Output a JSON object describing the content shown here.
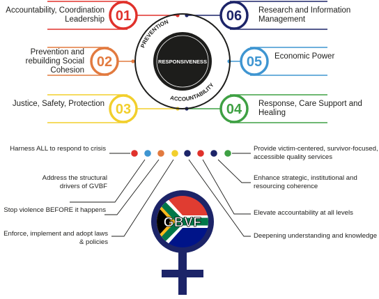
{
  "colors": {
    "red": "#e0312b",
    "orange": "#e27a3f",
    "yellow": "#f2cf2c",
    "navy": "#1c2468",
    "blue": "#3e95d1",
    "green": "#3ea043",
    "dark": "#1d1d1b"
  },
  "center": {
    "title": "RESPONSIVENESS",
    "arc_top": "PREVENTION",
    "arc_bottom": "ACCOUNTABILITY"
  },
  "pillars": [
    {
      "number": "01",
      "label": "Accountability, Coordination Leadership",
      "color": "red"
    },
    {
      "number": "02",
      "label": "Prevention and rebuilding Social Cohesion",
      "color": "orange"
    },
    {
      "number": "03",
      "label": "Justice, Safety, Protection",
      "color": "yellow"
    },
    {
      "number": "06",
      "label": "Research and Information Management",
      "color": "navy"
    },
    {
      "number": "05",
      "label": "Economic Power",
      "color": "blue"
    },
    {
      "number": "04",
      "label": "Response, Care Support and Healing",
      "color": "green"
    }
  ],
  "goals_left": [
    "Harness ALL to respond to crisis",
    "Address the structural drivers of GVBF",
    "Stop violence BEFORE it happens",
    "Enforce, implement and adopt laws & policies"
  ],
  "goals_right": [
    "Provide victim-centered, survivor-focused, accessible quality services",
    "Enhance strategic, institutional and resourcing coherence",
    "Elevate accountability at all levels",
    "Deepening understanding and knowledge"
  ],
  "dot_colors": [
    "red",
    "blue",
    "orange",
    "yellow",
    "navy",
    "red",
    "navy",
    "green"
  ],
  "logo": {
    "text": "GBVF",
    "flag_colors": [
      "#e03c31",
      "#ffb81c",
      "#007749",
      "#001489",
      "#000000",
      "#ffffff"
    ]
  }
}
